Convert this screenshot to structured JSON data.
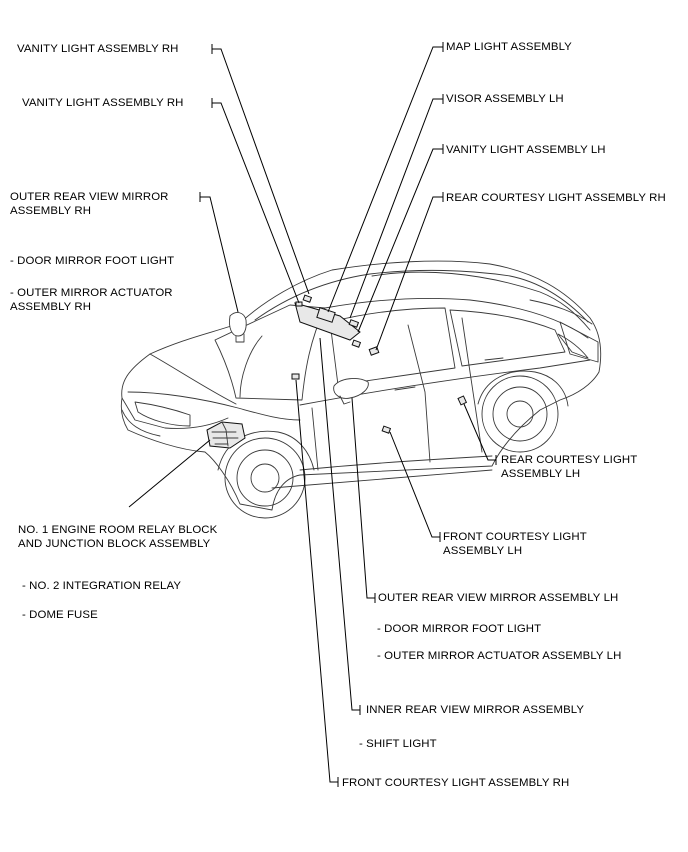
{
  "labels": {
    "vanity_rh_1": "VANITY LIGHT ASSEMBLY RH",
    "vanity_rh_2": "VANITY LIGHT ASSEMBLY RH",
    "outer_mirror_rh": "OUTER REAR VIEW MIRROR\nASSEMBLY RH",
    "door_mirror_foot_light_rh": "- DOOR MIRROR FOOT LIGHT",
    "outer_mirror_actuator_rh": "- OUTER MIRROR ACTUATOR\nASSEMBLY RH",
    "relay_block": "NO. 1 ENGINE ROOM RELAY BLOCK\nAND JUNCTION BLOCK ASSEMBLY",
    "integration_relay": "- NO. 2 INTEGRATION RELAY",
    "dome_fuse": "- DOME FUSE",
    "map_light": "MAP LIGHT ASSEMBLY",
    "visor_lh": "VISOR ASSEMBLY LH",
    "vanity_lh": "VANITY LIGHT ASSEMBLY LH",
    "rear_courtesy_rh": "REAR COURTESY LIGHT ASSEMBLY RH",
    "rear_courtesy_lh": "REAR COURTESY LIGHT\nASSEMBLY LH",
    "front_courtesy_lh": "FRONT COURTESY LIGHT\nASSEMBLY LH",
    "outer_mirror_lh": "OUTER REAR VIEW MIRROR ASSEMBLY LH",
    "door_mirror_foot_light_lh": "- DOOR MIRROR FOOT LIGHT",
    "outer_mirror_actuator_lh": "- OUTER MIRROR ACTUATOR ASSEMBLY LH",
    "inner_mirror": "INNER REAR VIEW MIRROR ASSEMBLY",
    "shift_light": "- SHIFT LIGHT",
    "front_courtesy_rh": "FRONT COURTESY LIGHT ASSEMBLY RH"
  }
}
